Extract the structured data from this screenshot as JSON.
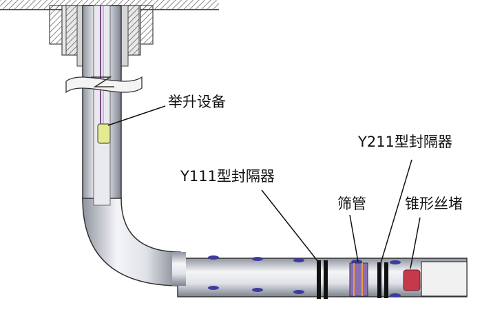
{
  "labels": {
    "lift_equipment": "举升设备",
    "packer_y211": "Y211型封隔器",
    "packer_y111": "Y111型封隔器",
    "screen_pipe": "筛管",
    "cone_plug": "锥形丝堵"
  },
  "colors": {
    "casing": "#bfc4cf",
    "casing_edge": "#3a3a3a",
    "tubing": "#d9dde4",
    "rod": "#7a4c86",
    "lift_device": "#e4ea8e",
    "centralizer": "#3c3ca0",
    "packer_ring": "#111111",
    "plug": "#c43a4a",
    "wellhead_hatch": "#555555",
    "wellhead_fill": "#e0e0e0"
  }
}
